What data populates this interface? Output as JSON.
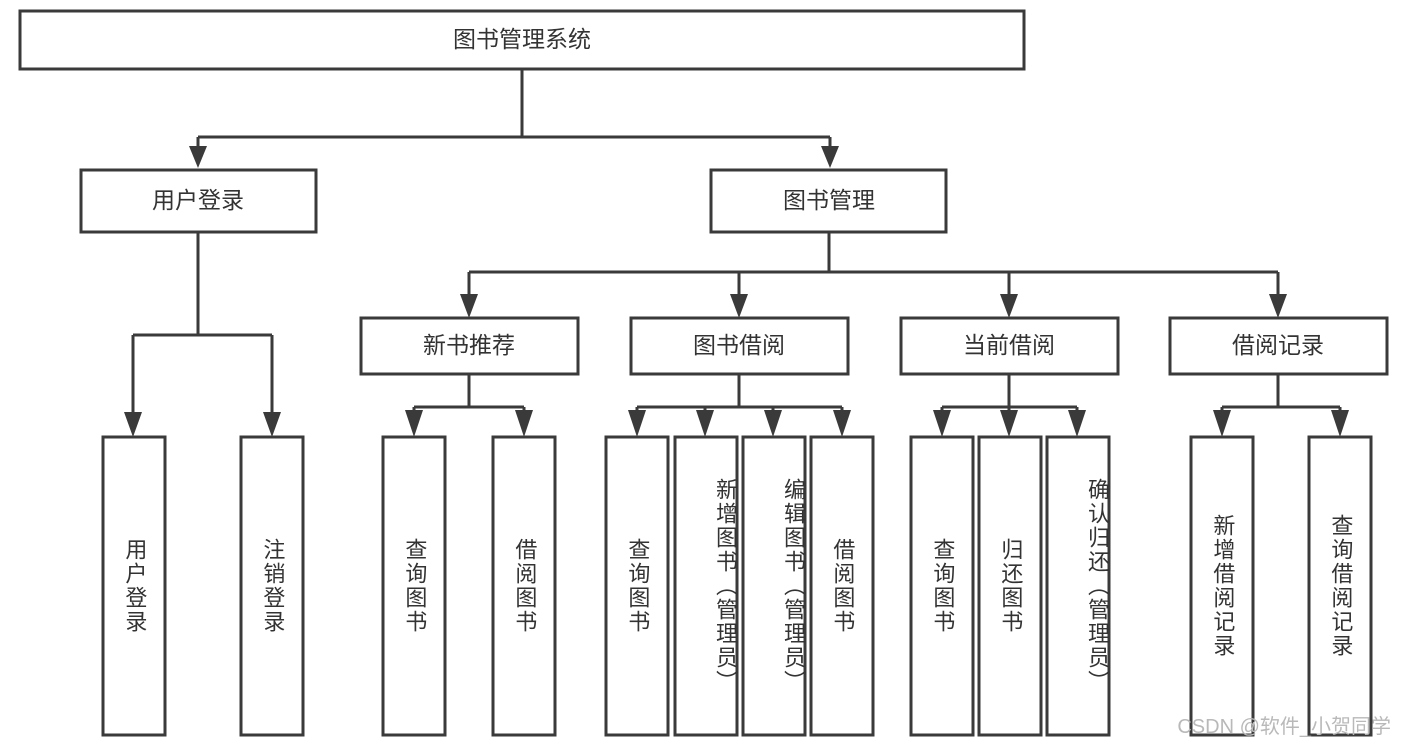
{
  "diagram": {
    "type": "hierarchy-tree",
    "title": "图书管理系统",
    "root": {
      "label": "图书管理系统"
    },
    "level2": [
      {
        "label": "用户登录"
      },
      {
        "label": "图书管理"
      }
    ],
    "level3": [
      {
        "label": "新书推荐"
      },
      {
        "label": "图书借阅"
      },
      {
        "label": "当前借阅"
      },
      {
        "label": "借阅记录"
      }
    ],
    "leaves": {
      "user_login": [
        {
          "label": "用户登录"
        },
        {
          "label": "注销登录"
        }
      ],
      "new_book_recommend": [
        {
          "label": "查询图书"
        },
        {
          "label": "借阅图书"
        }
      ],
      "book_borrow": [
        {
          "label": "查询图书"
        },
        {
          "label": "新增图书（管理员）"
        },
        {
          "label": "编辑图书（管理员）"
        },
        {
          "label": "借阅图书"
        }
      ],
      "current_borrow": [
        {
          "label": "查询图书"
        },
        {
          "label": "归还图书"
        },
        {
          "label": "确认归还（管理员）"
        }
      ],
      "borrow_record": [
        {
          "label": "新增借阅记录"
        },
        {
          "label": "查询借阅记录"
        }
      ]
    }
  },
  "watermark": {
    "text": "CSDN @软件_小贺同学"
  },
  "colors": {
    "stroke": "#3a3a3a",
    "text": "#333333",
    "background": "#ffffff",
    "watermark": "#b9b9b9"
  }
}
